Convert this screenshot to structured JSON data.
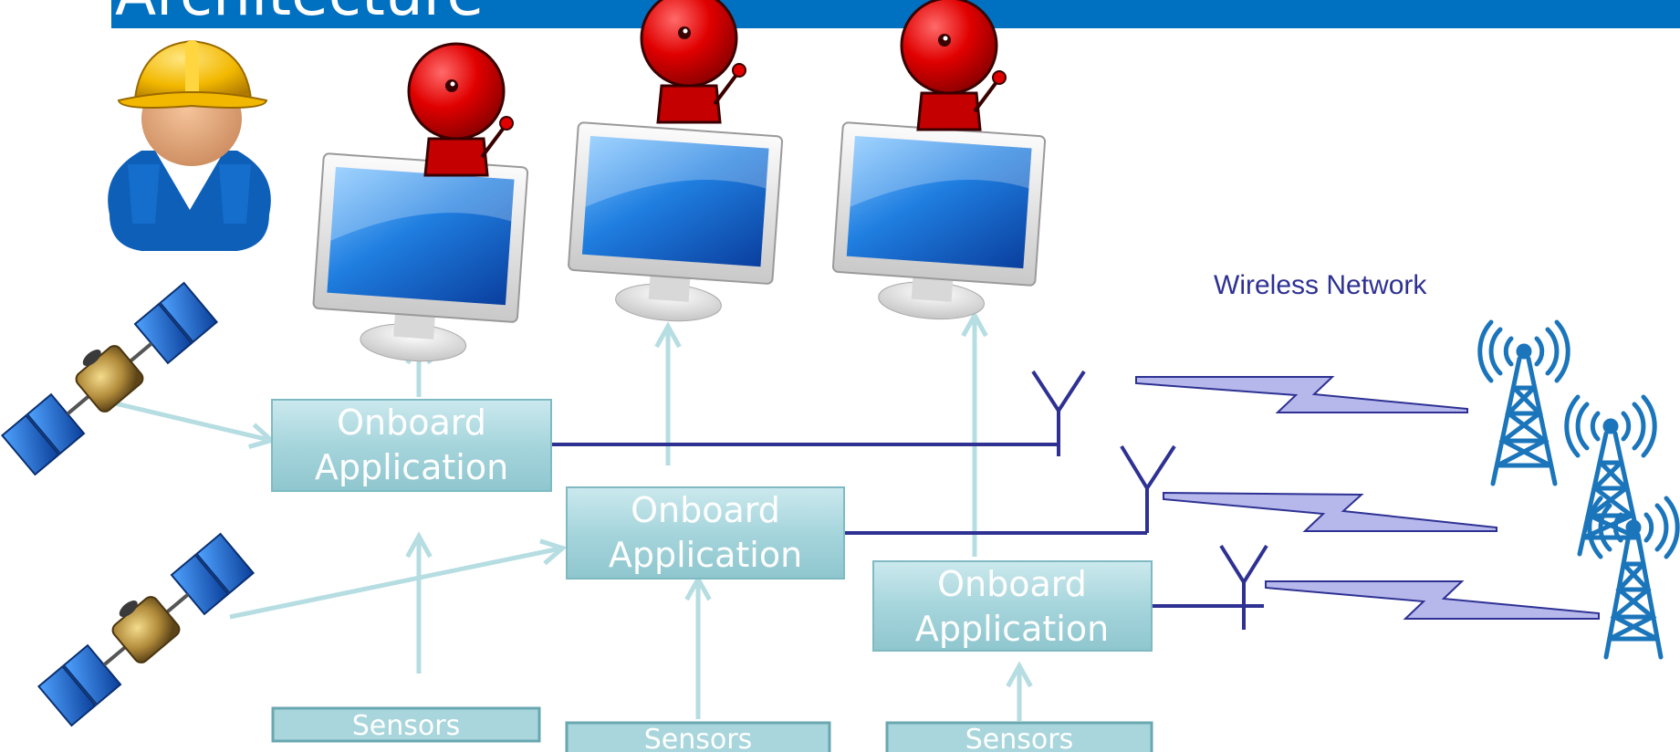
{
  "slide": {
    "title": "Architecture",
    "network_label": "Wireless Network"
  },
  "onboard": [
    {
      "line1": "Onboard",
      "line2": "Application"
    },
    {
      "line1": "Onboard",
      "line2": "Application"
    },
    {
      "line1": "Onboard",
      "line2": "Application"
    }
  ],
  "sensors": [
    {
      "label": "Sensors"
    },
    {
      "label": "Sensors"
    },
    {
      "label": "Sensors"
    }
  ],
  "colors": {
    "title_bar": "#0070c0",
    "box_fill": "#a8d6dc",
    "box_text": "#ffffff",
    "arrow": "#b5dde2",
    "wire": "#2e3192",
    "lightning": "#b6b8ec",
    "tower": "#1b75bb",
    "alarm": "#d40000",
    "network_text": "#2e3192"
  },
  "icons": {
    "worker": "construction-worker-icon",
    "satellite": "satellite-icon",
    "monitor": "computer-monitor-icon",
    "alarm": "alarm-bell-icon",
    "antenna": "antenna-icon",
    "tower": "radio-tower-icon",
    "signal": "lightning-signal-icon"
  }
}
